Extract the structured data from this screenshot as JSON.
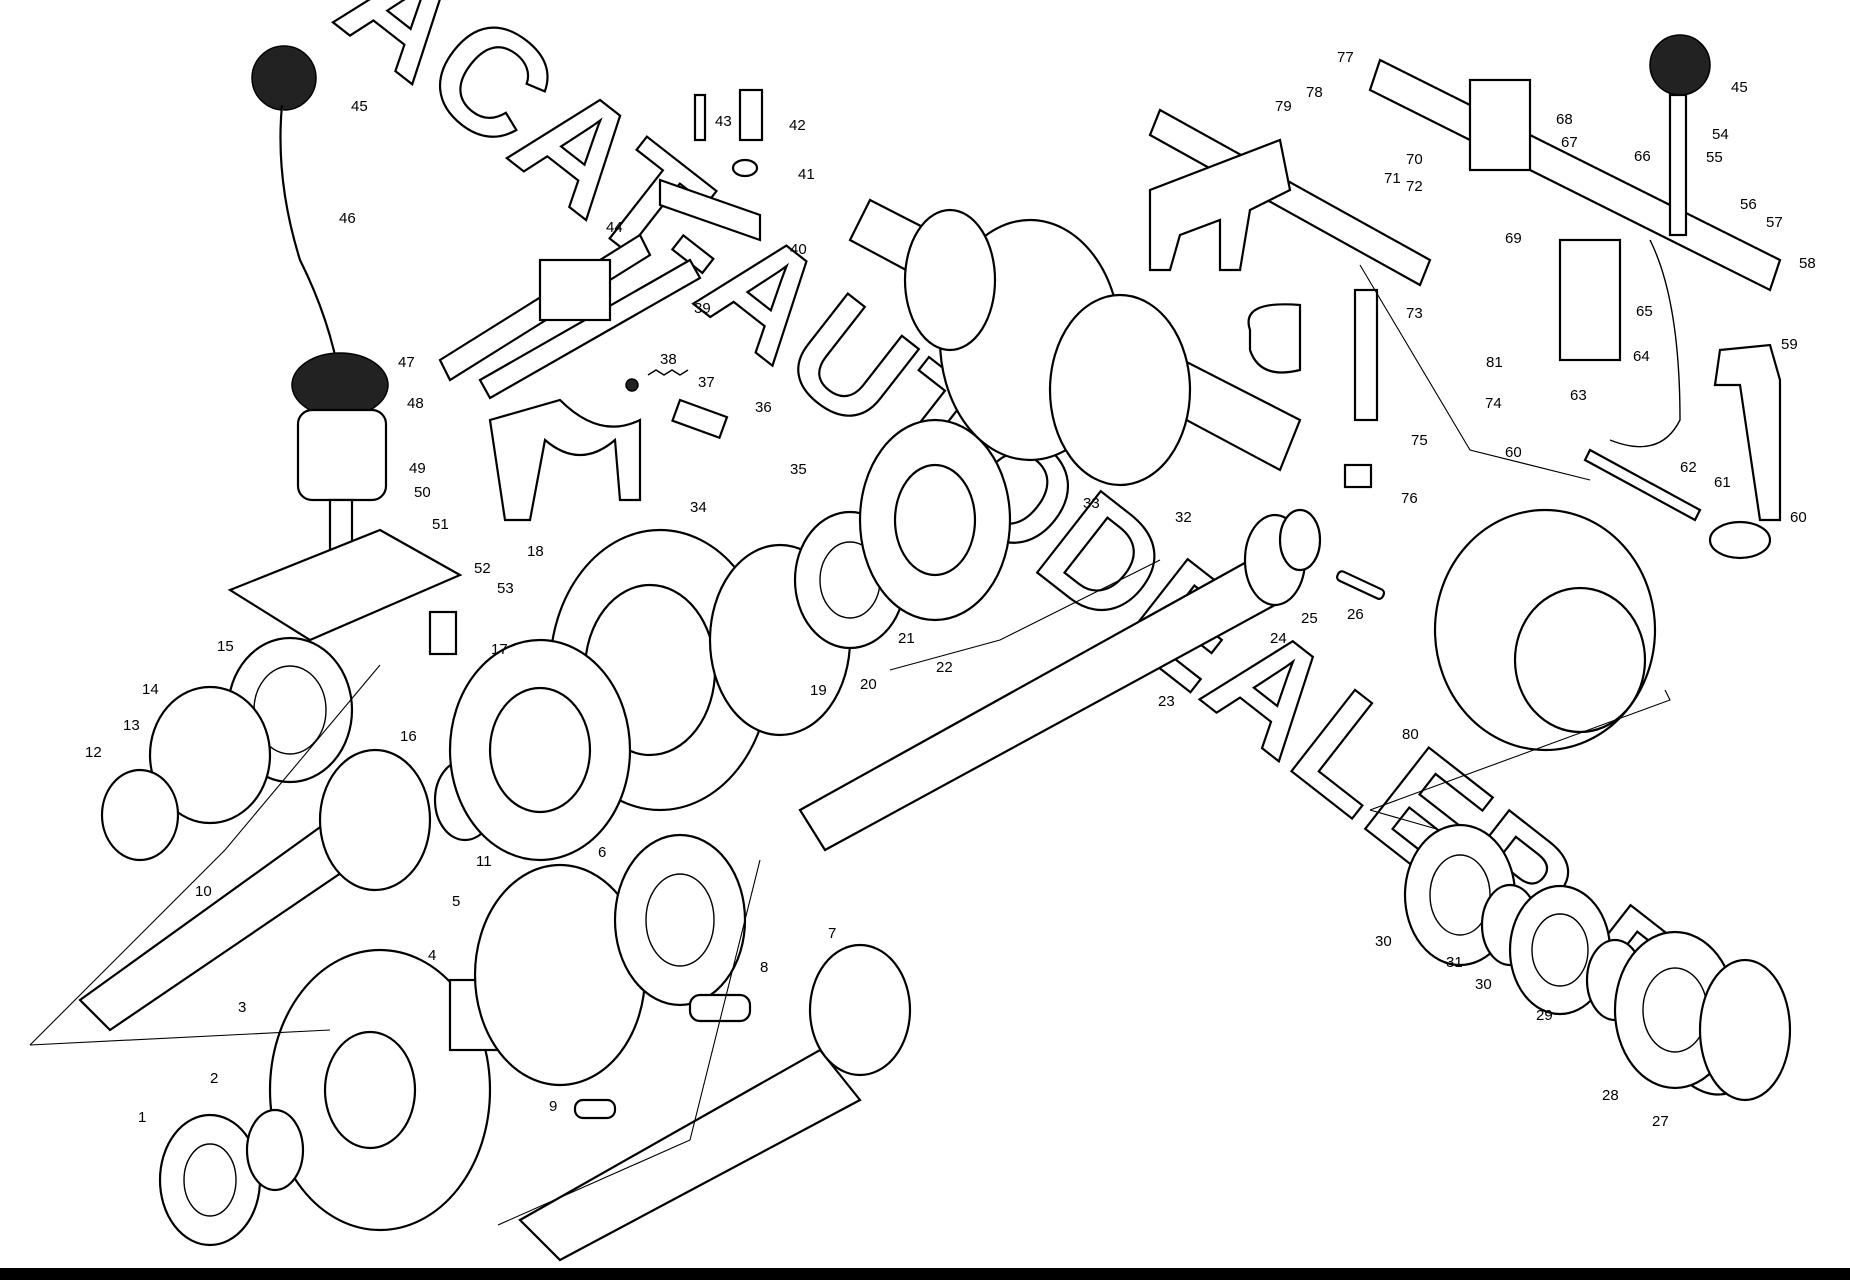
{
  "watermark": "ACAT-AUTODEALER.RU",
  "part_numbers": [
    "1",
    "2",
    "3",
    "4",
    "5",
    "6",
    "7",
    "8",
    "9",
    "10",
    "11",
    "12",
    "13",
    "14",
    "15",
    "16",
    "17",
    "18",
    "19",
    "20",
    "21",
    "22",
    "23",
    "24",
    "25",
    "26",
    "27",
    "28",
    "29",
    "30",
    "30",
    "31",
    "32",
    "33",
    "34",
    "35",
    "36",
    "37",
    "38",
    "39",
    "40",
    "41",
    "42",
    "43",
    "44",
    "45",
    "45",
    "46",
    "47",
    "48",
    "49",
    "50",
    "51",
    "52",
    "53",
    "54",
    "55",
    "56",
    "57",
    "58",
    "59",
    "60",
    "60",
    "61",
    "62",
    "63",
    "64",
    "65",
    "66",
    "67",
    "68",
    "69",
    "70",
    "71",
    "72",
    "73",
    "74",
    "75",
    "76",
    "77",
    "78",
    "79",
    "80",
    "81"
  ]
}
